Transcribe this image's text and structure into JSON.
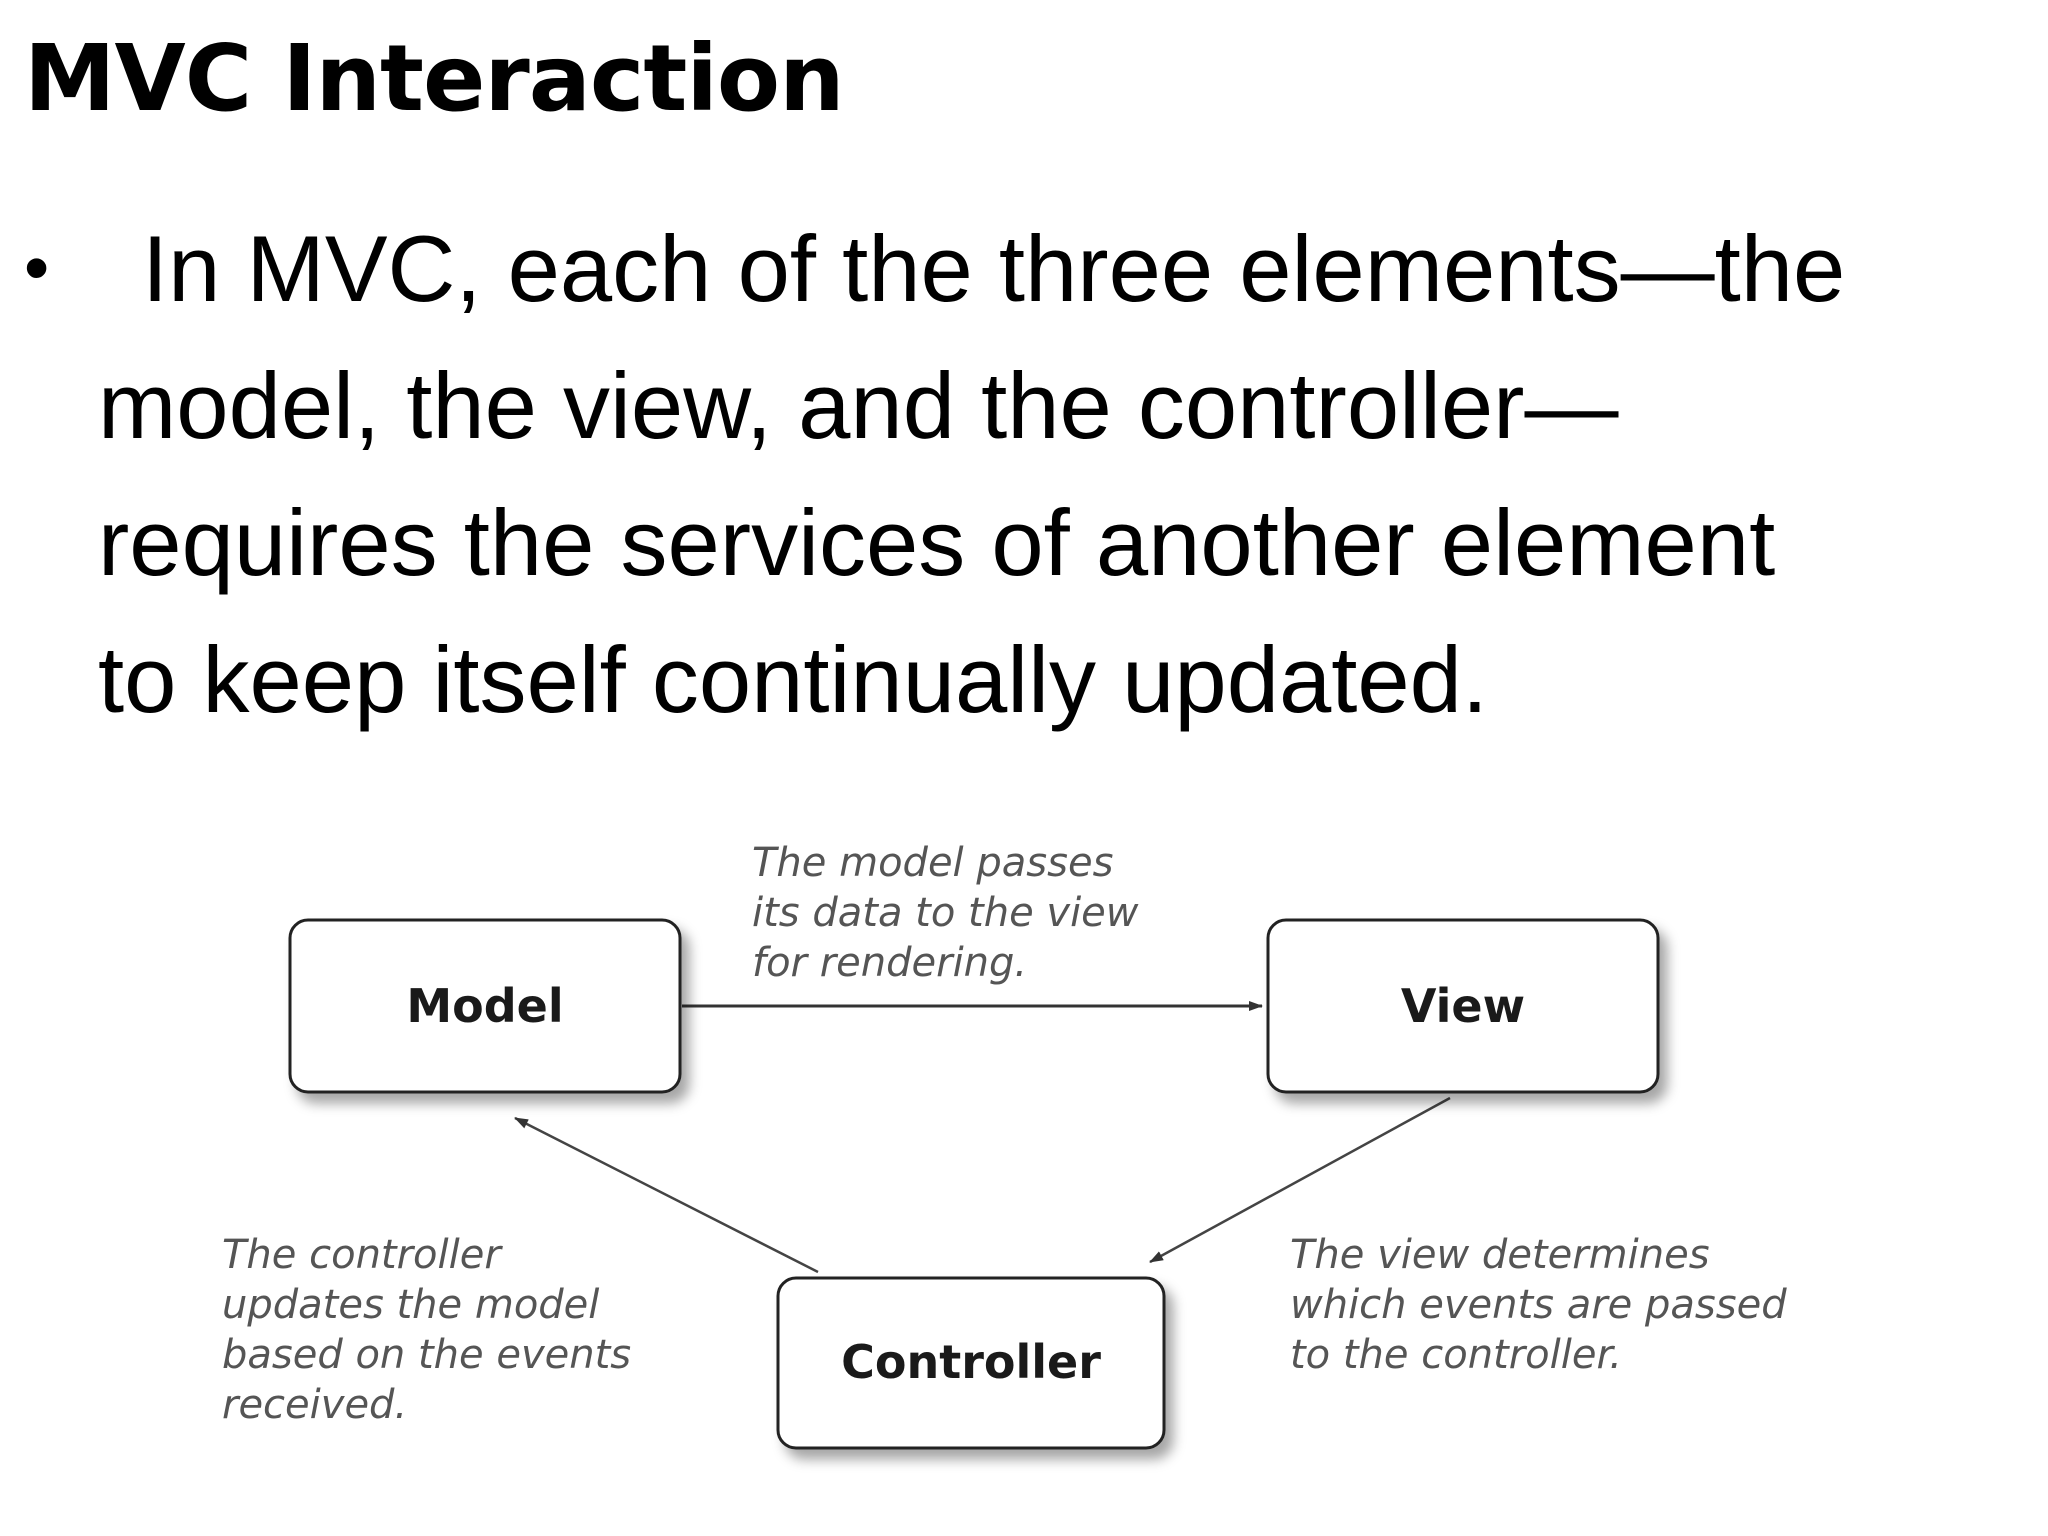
{
  "slide": {
    "title": "MVC Interaction",
    "bullet_symbol": "•",
    "bullet_lines": [
      "In MVC, each of the three elements—the",
      "model, the view, and the controller—",
      "requires the services of another element",
      "to keep itself continually updated."
    ]
  },
  "diagram": {
    "boxes": {
      "model": "Model",
      "view": "View",
      "controller": "Controller"
    },
    "notes": {
      "model_to_view": [
        "The model passes",
        "its data to the view",
        "for rendering."
      ],
      "controller_to_model": [
        "The controller",
        "updates the model",
        "based on the events",
        "received."
      ],
      "view_to_controller": [
        "The view determines",
        "which events are passed",
        "to the controller."
      ]
    },
    "colors": {
      "box_stroke": "#222222",
      "arrow": "#333333",
      "note_text": "#555555"
    }
  }
}
